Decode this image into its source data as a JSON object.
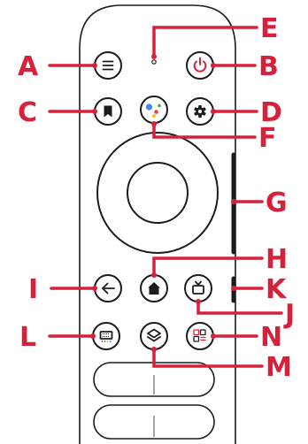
{
  "colors": {
    "callout": "#d8203a",
    "outline": "#1c1c1c",
    "power": "#d8203a",
    "assistant": [
      "#4285f4",
      "#ea4335",
      "#fbbc05",
      "#34a853"
    ]
  },
  "callouts": {
    "A": "A",
    "B": "B",
    "C": "C",
    "D": "D",
    "E": "E",
    "F": "F",
    "G": "G",
    "H": "H",
    "I": "I",
    "J": "J",
    "K": "K",
    "L": "L",
    "M": "M",
    "N": "N"
  },
  "icons": {
    "menu": "hamburger-menu-icon",
    "power": "power-icon",
    "bookmark": "bookmark-icon",
    "assistant": "google-assistant-icon",
    "settings": "gear-icon",
    "back": "back-arrow-icon",
    "home": "home-icon",
    "tv": "tv-icon",
    "keyboard": "keyboard-icon",
    "input": "input-layers-icon",
    "apps": "apps-grid-icon"
  }
}
